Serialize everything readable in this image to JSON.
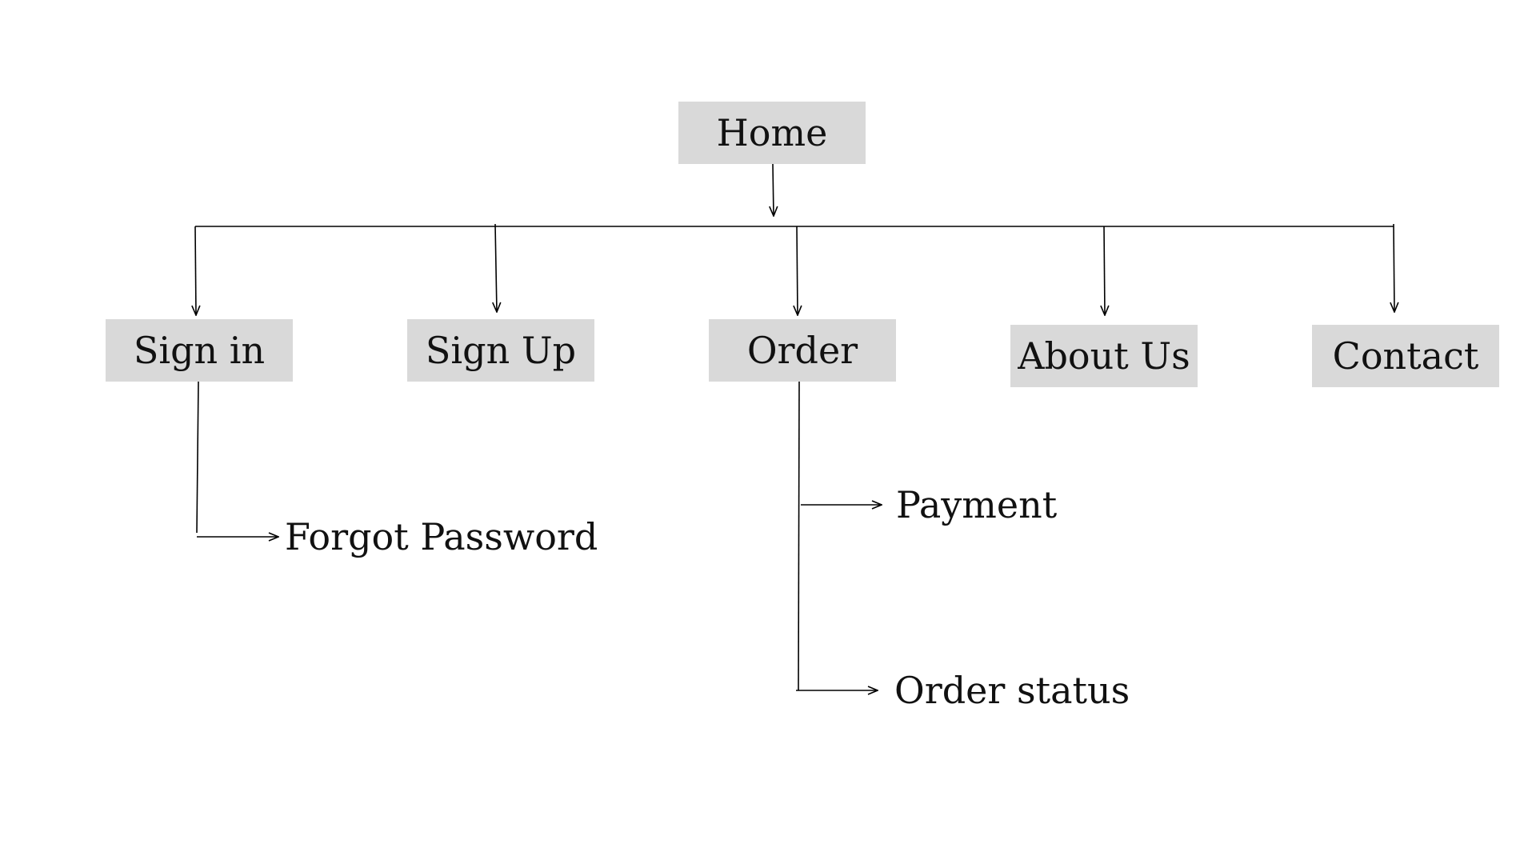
{
  "diagram": {
    "root": {
      "label": "Home"
    },
    "children": [
      {
        "label": "Sign in",
        "subitems": [
          {
            "label": "Forgot Password"
          }
        ]
      },
      {
        "label": "Sign Up",
        "subitems": []
      },
      {
        "label": "Order",
        "subitems": [
          {
            "label": "Payment"
          },
          {
            "label": "Order status"
          }
        ]
      },
      {
        "label": "About Us",
        "subitems": []
      },
      {
        "label": "Contact",
        "subitems": []
      }
    ]
  },
  "colors": {
    "node_fill": "#d9d9d9",
    "line": "#000000",
    "background": "#ffffff"
  }
}
